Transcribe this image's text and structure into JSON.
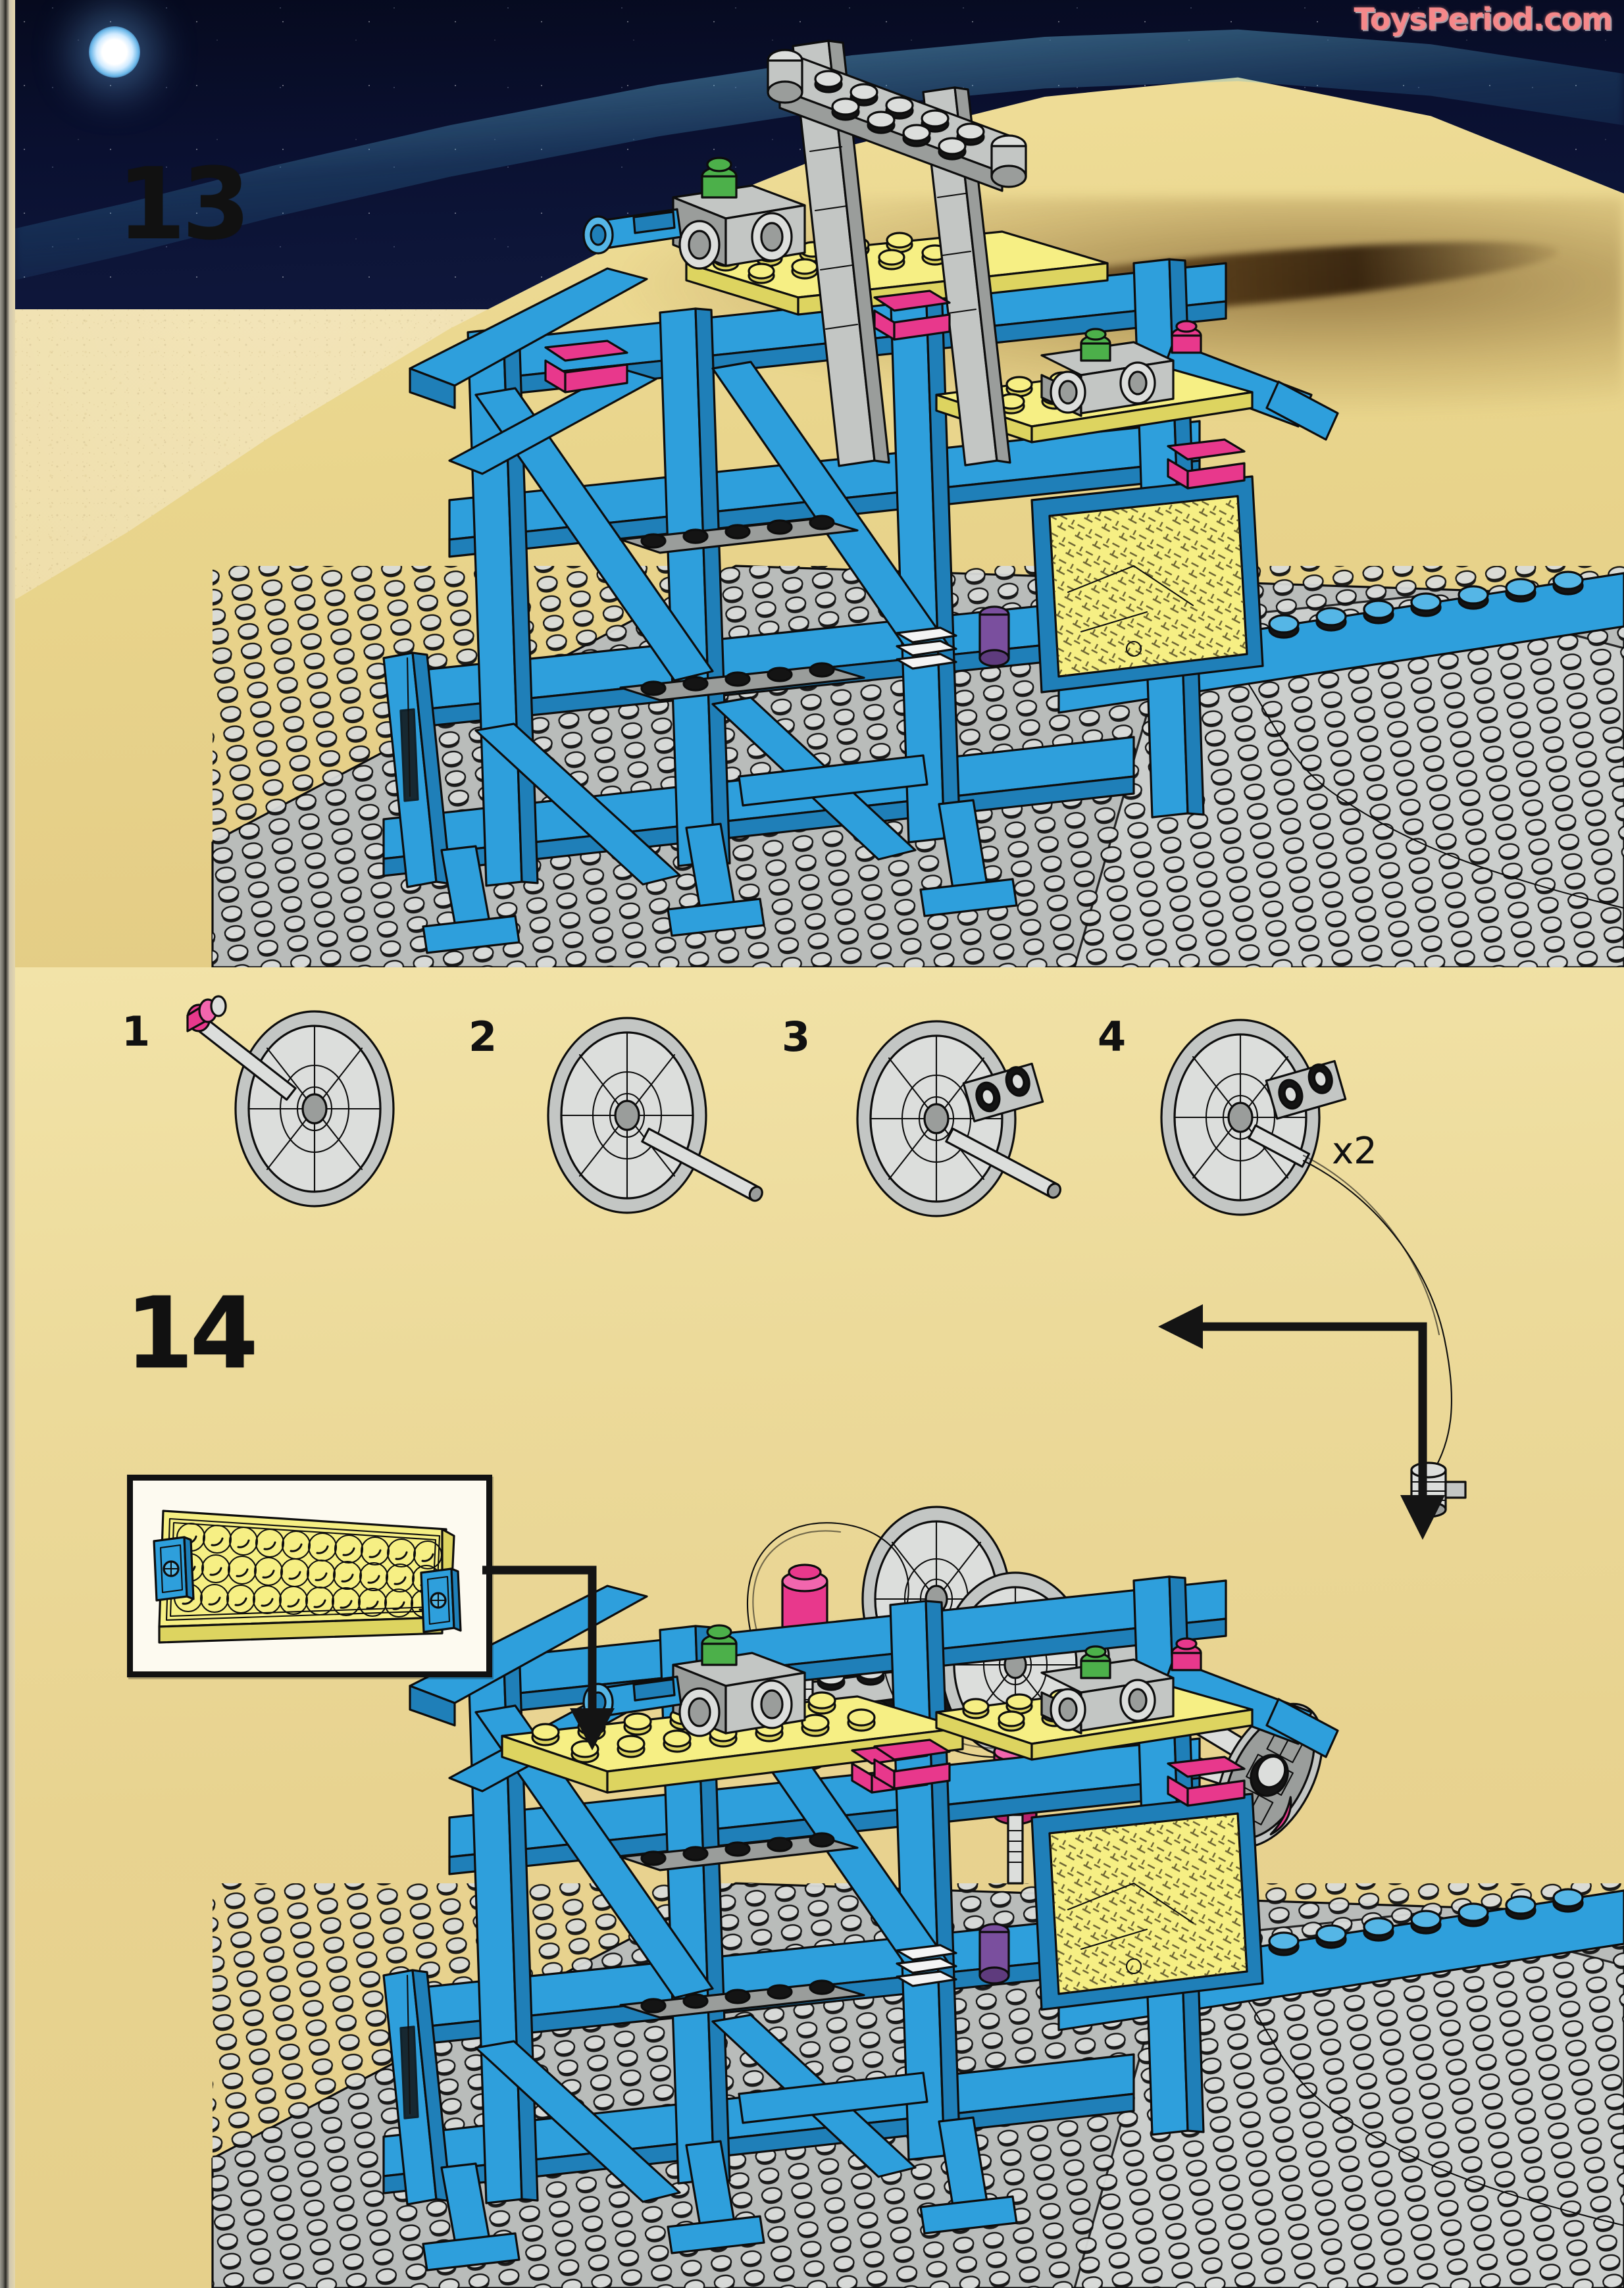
{
  "document": {
    "type": "lego-building-instruction-page",
    "watermark": "ToysPeriod.com"
  },
  "steps": [
    {
      "id": "step-13",
      "number": "13",
      "scene": "desert dune landscape with dark starfield sky and bright sun",
      "model_colors": [
        "blue",
        "gray",
        "yellow",
        "magenta",
        "green",
        "black"
      ]
    },
    {
      "id": "step-14",
      "number": "14",
      "scene": "desert dune landscape, tan background",
      "model_colors": [
        "blue",
        "gray",
        "yellow",
        "magenta",
        "green",
        "black"
      ]
    }
  ],
  "substeps": {
    "labels": [
      "1",
      "2",
      "3",
      "4"
    ],
    "quantity": "x2",
    "description": "spoked wheel sub-assembly build sequence"
  },
  "callout": {
    "part": "yellow-plate-4x10-with-blue-brackets",
    "stud_rows": 3,
    "stud_columns": 10
  },
  "colors": {
    "blue": "#2e9fdc",
    "gray": "#c3c6c4",
    "yellow": "#f6ef84",
    "magenta": "#e8388c",
    "green": "#4cb04a",
    "black": "#141414",
    "paper": "#ecd99d",
    "sky": "#0a1030",
    "watermark": "#f5888a"
  }
}
